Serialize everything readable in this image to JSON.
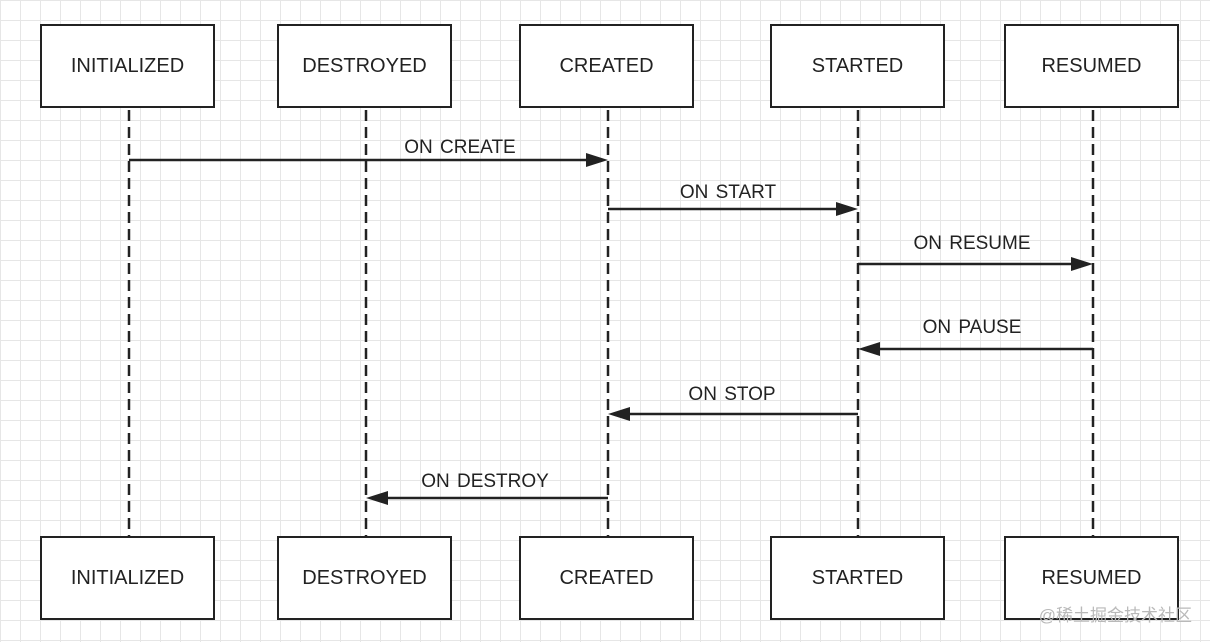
{
  "participants": [
    {
      "id": "initialized",
      "label": "INITIALIZED"
    },
    {
      "id": "destroyed",
      "label": "DESTROYED"
    },
    {
      "id": "created",
      "label": "CREATED"
    },
    {
      "id": "started",
      "label": "STARTED"
    },
    {
      "id": "resumed",
      "label": "RESUMED"
    }
  ],
  "messages": [
    {
      "id": "on-create",
      "label": "ON CREATE",
      "from": "initialized",
      "to": "created"
    },
    {
      "id": "on-start",
      "label": "ON START",
      "from": "created",
      "to": "started"
    },
    {
      "id": "on-resume",
      "label": "ON RESUME",
      "from": "started",
      "to": "resumed"
    },
    {
      "id": "on-pause",
      "label": "ON PAUSE",
      "from": "resumed",
      "to": "started"
    },
    {
      "id": "on-stop",
      "label": "ON STOP",
      "from": "started",
      "to": "created"
    },
    {
      "id": "on-destroy",
      "label": "ON DESTROY",
      "from": "created",
      "to": "destroyed"
    }
  ],
  "watermark": "@稀土掘金技术社区",
  "colors": {
    "line": "#222222",
    "grid": "#e6e6e6",
    "watermark": "#b9b9b9"
  }
}
